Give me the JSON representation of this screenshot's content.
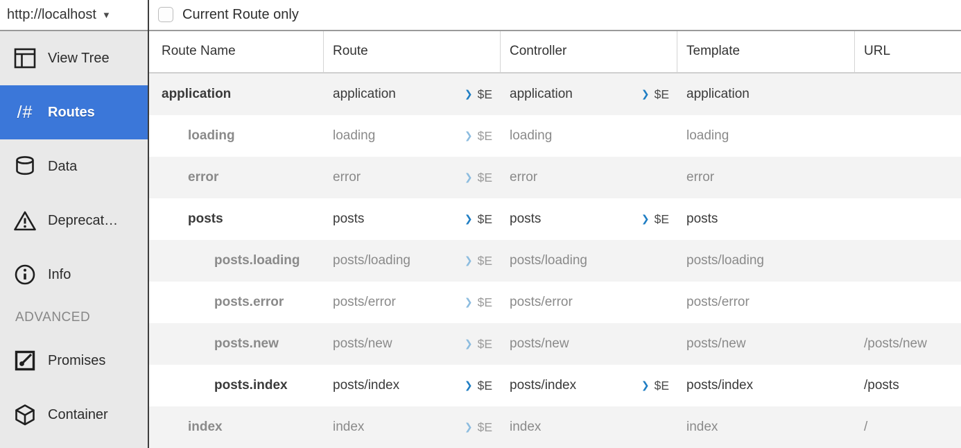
{
  "address_bar": {
    "url": "http://localhost",
    "caret": "▼"
  },
  "toolbar": {
    "checkbox_label": "Current Route only",
    "checkbox_checked": false
  },
  "sidebar": {
    "items": [
      {
        "label": "View Tree",
        "icon": "view-tree-icon",
        "selected": false
      },
      {
        "label": "Routes",
        "icon": "routes-icon",
        "selected": true
      },
      {
        "label": "Data",
        "icon": "data-icon",
        "selected": false
      },
      {
        "label": "Deprecat…",
        "icon": "deprecations-icon",
        "selected": false
      },
      {
        "label": "Info",
        "icon": "info-icon",
        "selected": false
      },
      {
        "section": "ADVANCED"
      },
      {
        "label": "Promises",
        "icon": "promises-icon",
        "selected": false
      },
      {
        "label": "Container",
        "icon": "container-icon",
        "selected": false
      }
    ]
  },
  "table": {
    "columns": [
      "Route Name",
      "Route",
      "Controller",
      "Template",
      "URL"
    ],
    "inspect_label": "$E",
    "rows": [
      {
        "name": "application",
        "indent": 0,
        "route": "application",
        "controller": "application",
        "template": "application",
        "url": "",
        "active": true,
        "controller_inspect": true
      },
      {
        "name": "loading",
        "indent": 1,
        "route": "loading",
        "controller": "loading",
        "template": "loading",
        "url": "",
        "active": false,
        "controller_inspect": false
      },
      {
        "name": "error",
        "indent": 1,
        "route": "error",
        "controller": "error",
        "template": "error",
        "url": "",
        "active": false,
        "controller_inspect": false
      },
      {
        "name": "posts",
        "indent": 1,
        "route": "posts",
        "controller": "posts",
        "template": "posts",
        "url": "",
        "active": true,
        "controller_inspect": true
      },
      {
        "name": "posts.loading",
        "indent": 2,
        "route": "posts/loading",
        "controller": "posts/loading",
        "template": "posts/loading",
        "url": "",
        "active": false,
        "controller_inspect": false
      },
      {
        "name": "posts.error",
        "indent": 2,
        "route": "posts/error",
        "controller": "posts/error",
        "template": "posts/error",
        "url": "",
        "active": false,
        "controller_inspect": false
      },
      {
        "name": "posts.new",
        "indent": 2,
        "route": "posts/new",
        "controller": "posts/new",
        "template": "posts/new",
        "url": "/posts/new",
        "active": false,
        "controller_inspect": false
      },
      {
        "name": "posts.index",
        "indent": 2,
        "route": "posts/index",
        "controller": "posts/index",
        "template": "posts/index",
        "url": "/posts",
        "active": true,
        "controller_inspect": true
      },
      {
        "name": "index",
        "indent": 1,
        "route": "index",
        "controller": "index",
        "template": "index",
        "url": "/",
        "active": false,
        "controller_inspect": false
      }
    ]
  },
  "colors": {
    "accent_blue": "#3b77d9",
    "chevron_active": "#1e7dc3",
    "chevron_inactive": "#8cbcdf",
    "stripe": "#f3f3f3",
    "active_text": "#3a3a3a",
    "inactive_text": "#8a8a8a",
    "sidebar_bg": "#e9e9e9"
  }
}
